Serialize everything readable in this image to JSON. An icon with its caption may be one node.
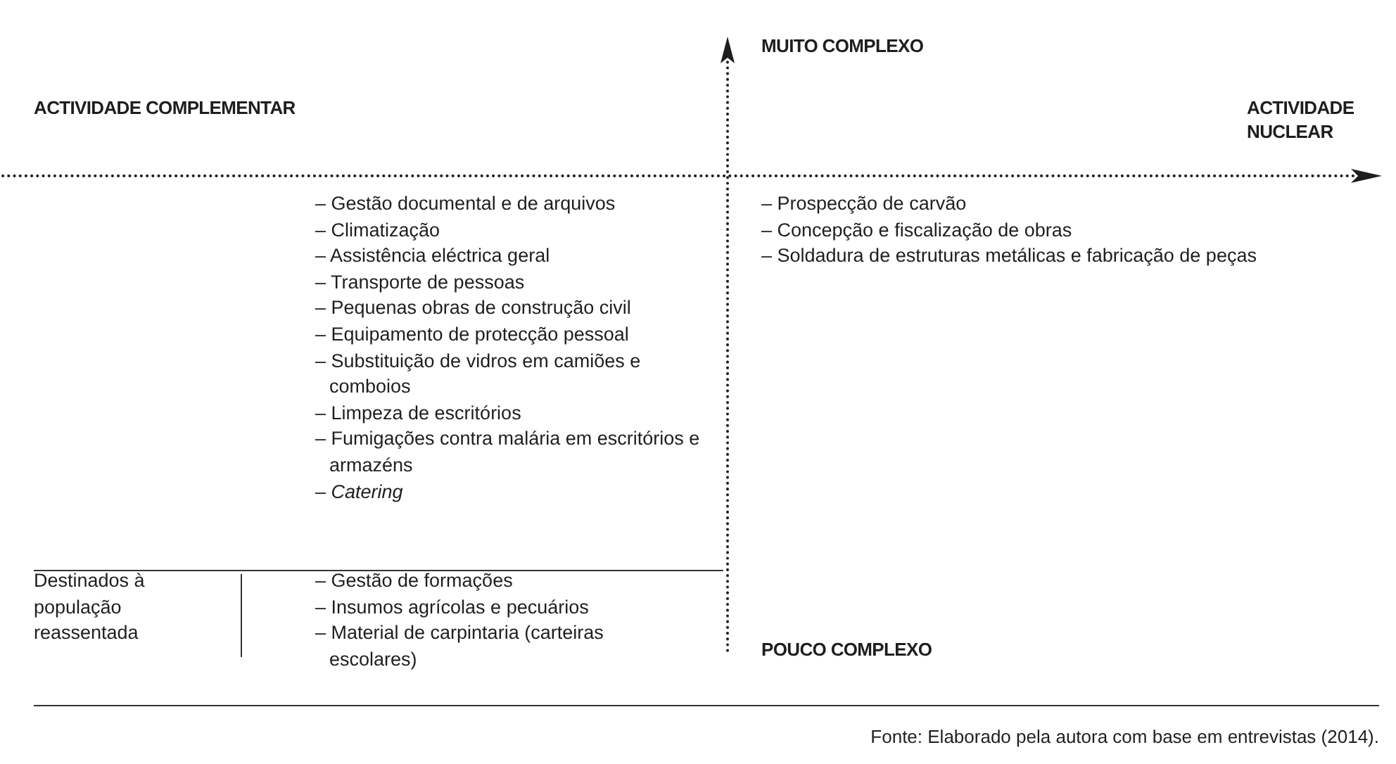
{
  "diagram": {
    "caption": "Fonte: Elaborado pela autora com base em entrevistas (2014).",
    "labels": [
      "MUITO COMPLEXO",
      "ACTIVIDADE COMPLEMENTAR",
      "ACTIVIDADE NUCLEAR",
      "– Gestão documental e de arquivos",
      "– Climatização",
      "– Assistência eléctrica geral",
      "– Transporte de pessoas",
      "– Pequenas obras de construção civil",
      "– Equipamento de protecção pessoal",
      "– Substituição de vidros em camiões e comboios",
      "– Limpeza de escritórios",
      "– Fumigações contra malária em escritórios e armazéns",
      "– *Catering*",
      "– Prospecção de carvão",
      "– Concepção e fiscalização de obras",
      "– Soldadura de estruturas metálicas e fabricação de peças",
      "Destinados à população reassentada",
      "– Gestão de formações",
      "– Insumos agrícolas e pecuários",
      "– Material de carpintaria (carteiras escolares)",
      "POUCO COMPLEXO"
    ]
  }
}
